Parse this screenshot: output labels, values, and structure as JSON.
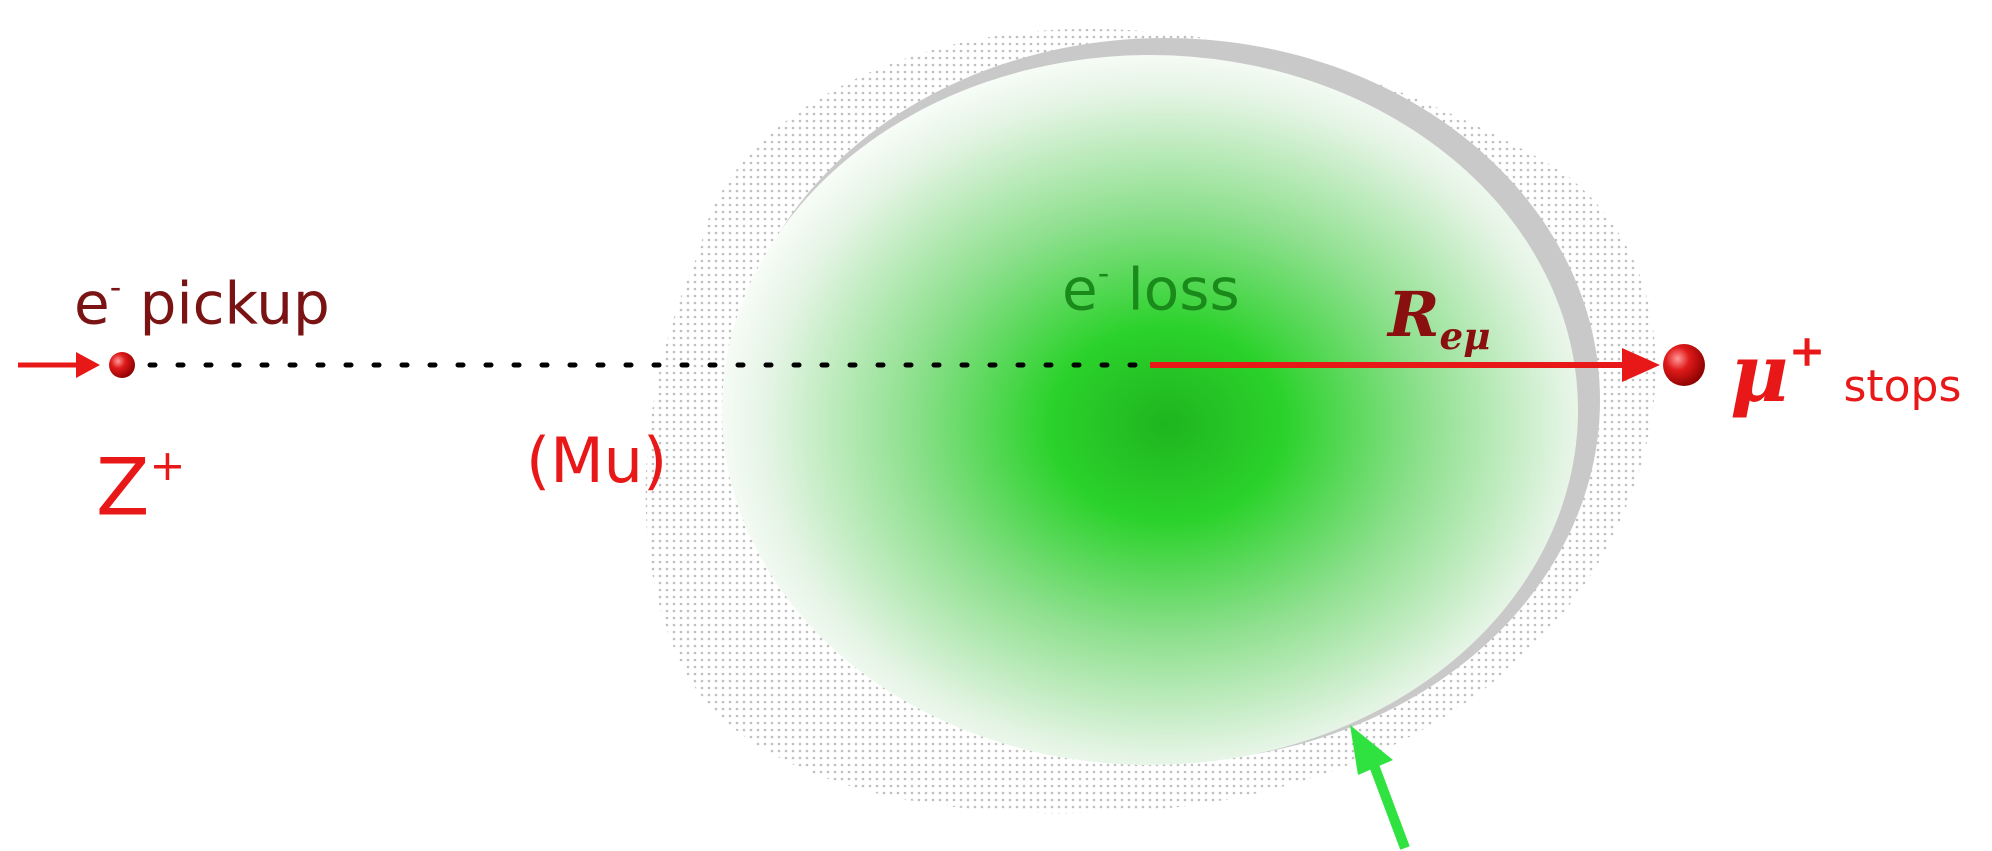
{
  "labels": {
    "pickup": {
      "base": "e",
      "sup": "-",
      "text": " pickup"
    },
    "loss": {
      "base": "e",
      "sup": "-",
      "text": " loss"
    },
    "ion": {
      "base": "Z",
      "sup": "+"
    },
    "muonium": "(Mu)",
    "radius": {
      "base": "R",
      "sub": "eμ"
    },
    "stop": {
      "base": "μ",
      "sup": "+",
      "small": "stops"
    }
  },
  "colors": {
    "red": "#e81818",
    "dark_red": "#8a1010",
    "green_core": "#1fb51f",
    "green_text": "#1a8a1a",
    "halo_gray": "#b4b4b4",
    "arrow_green": "#2fe23f"
  }
}
